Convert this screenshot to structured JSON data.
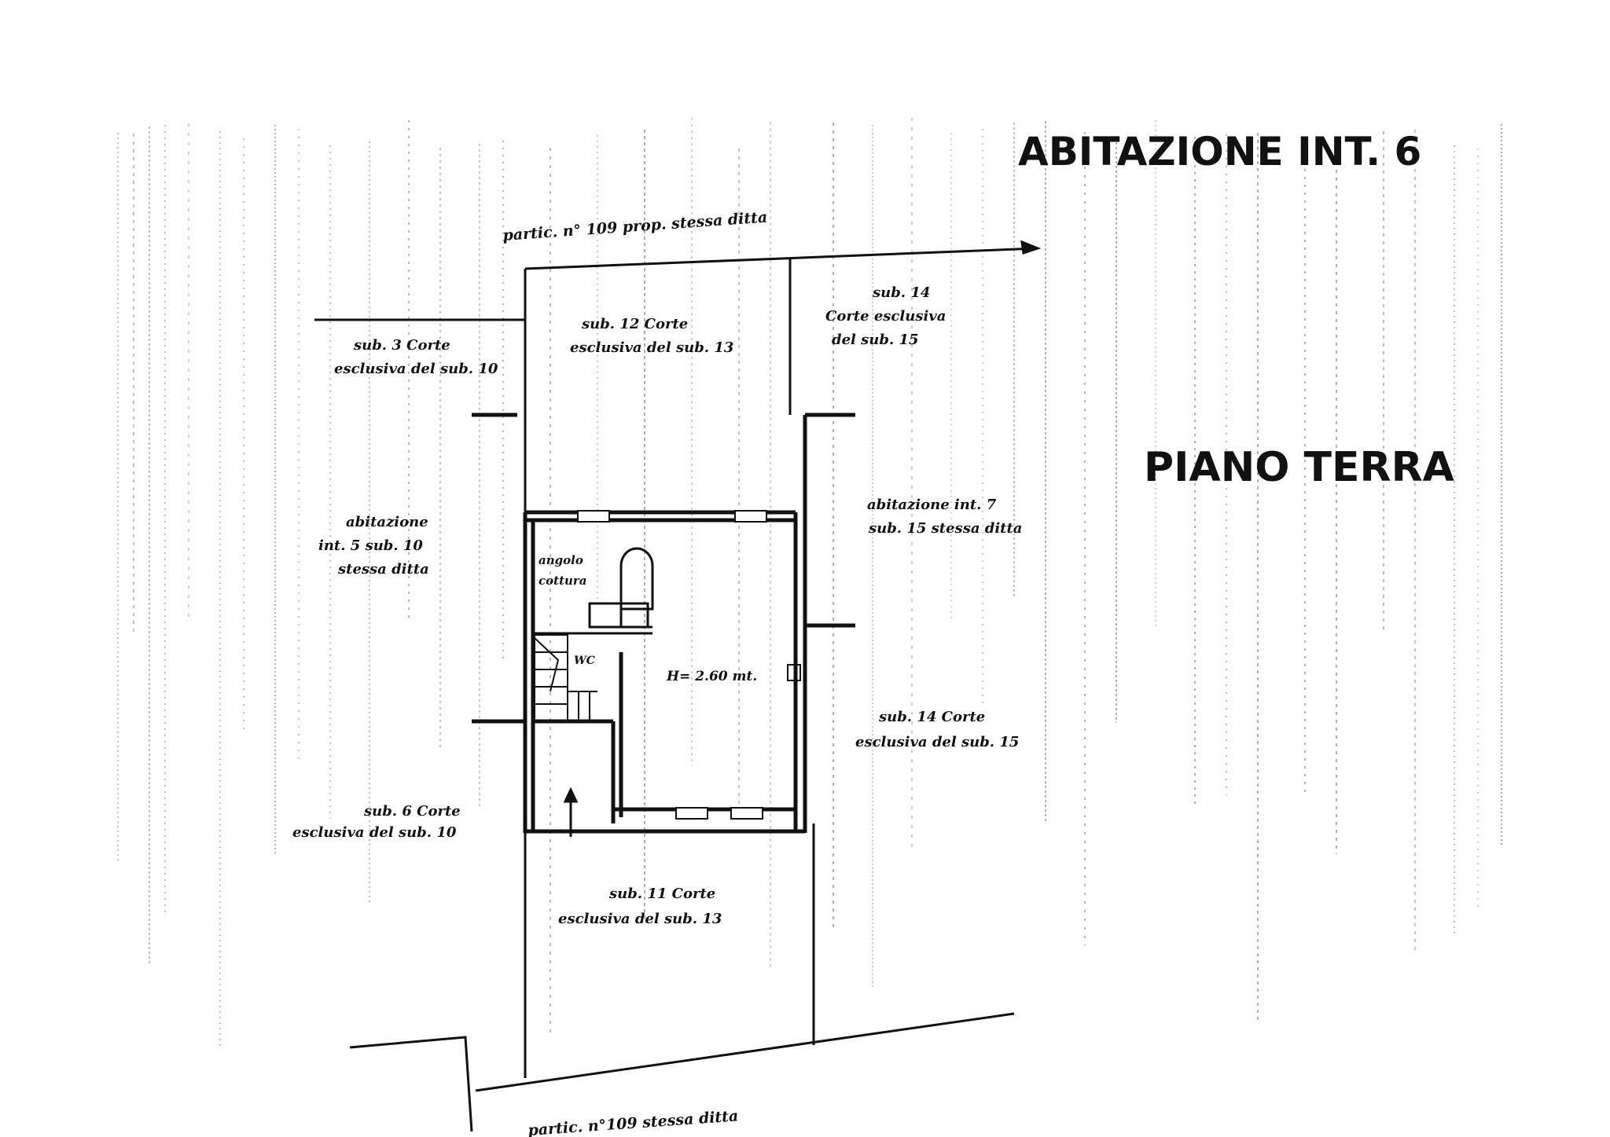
{
  "title": "ABITAZIONE INT. 6",
  "floor_label": "PIANO TERRA",
  "labels": {
    "top_neighbor": "partic. n° 109  prop. stessa ditta",
    "bottom_neighbor": "partic. n°109  stessa ditta",
    "sub3": [
      "sub. 3  Corte",
      "esclusiva del sub. 10"
    ],
    "sub12": [
      "sub. 12  Corte",
      "esclusiva del sub. 13"
    ],
    "sub14_top": [
      "sub. 14",
      "Corte esclusiva",
      "del sub. 15"
    ],
    "int5": [
      "abitazione",
      "int. 5  sub. 10",
      "stessa ditta"
    ],
    "int7": [
      "abitazione  int. 7",
      "sub. 15  stessa ditta"
    ],
    "angolo": [
      "angolo",
      "cottura"
    ],
    "wc": "WC",
    "height": "H= 2.60 mt.",
    "sub14_side": [
      "sub. 14  Corte",
      "esclusiva del sub. 15"
    ],
    "sub6": [
      "sub. 6  Corte",
      "esclusiva del sub. 10"
    ],
    "sub11": [
      "sub. 11  Corte",
      "esclusiva del sub. 13"
    ]
  }
}
